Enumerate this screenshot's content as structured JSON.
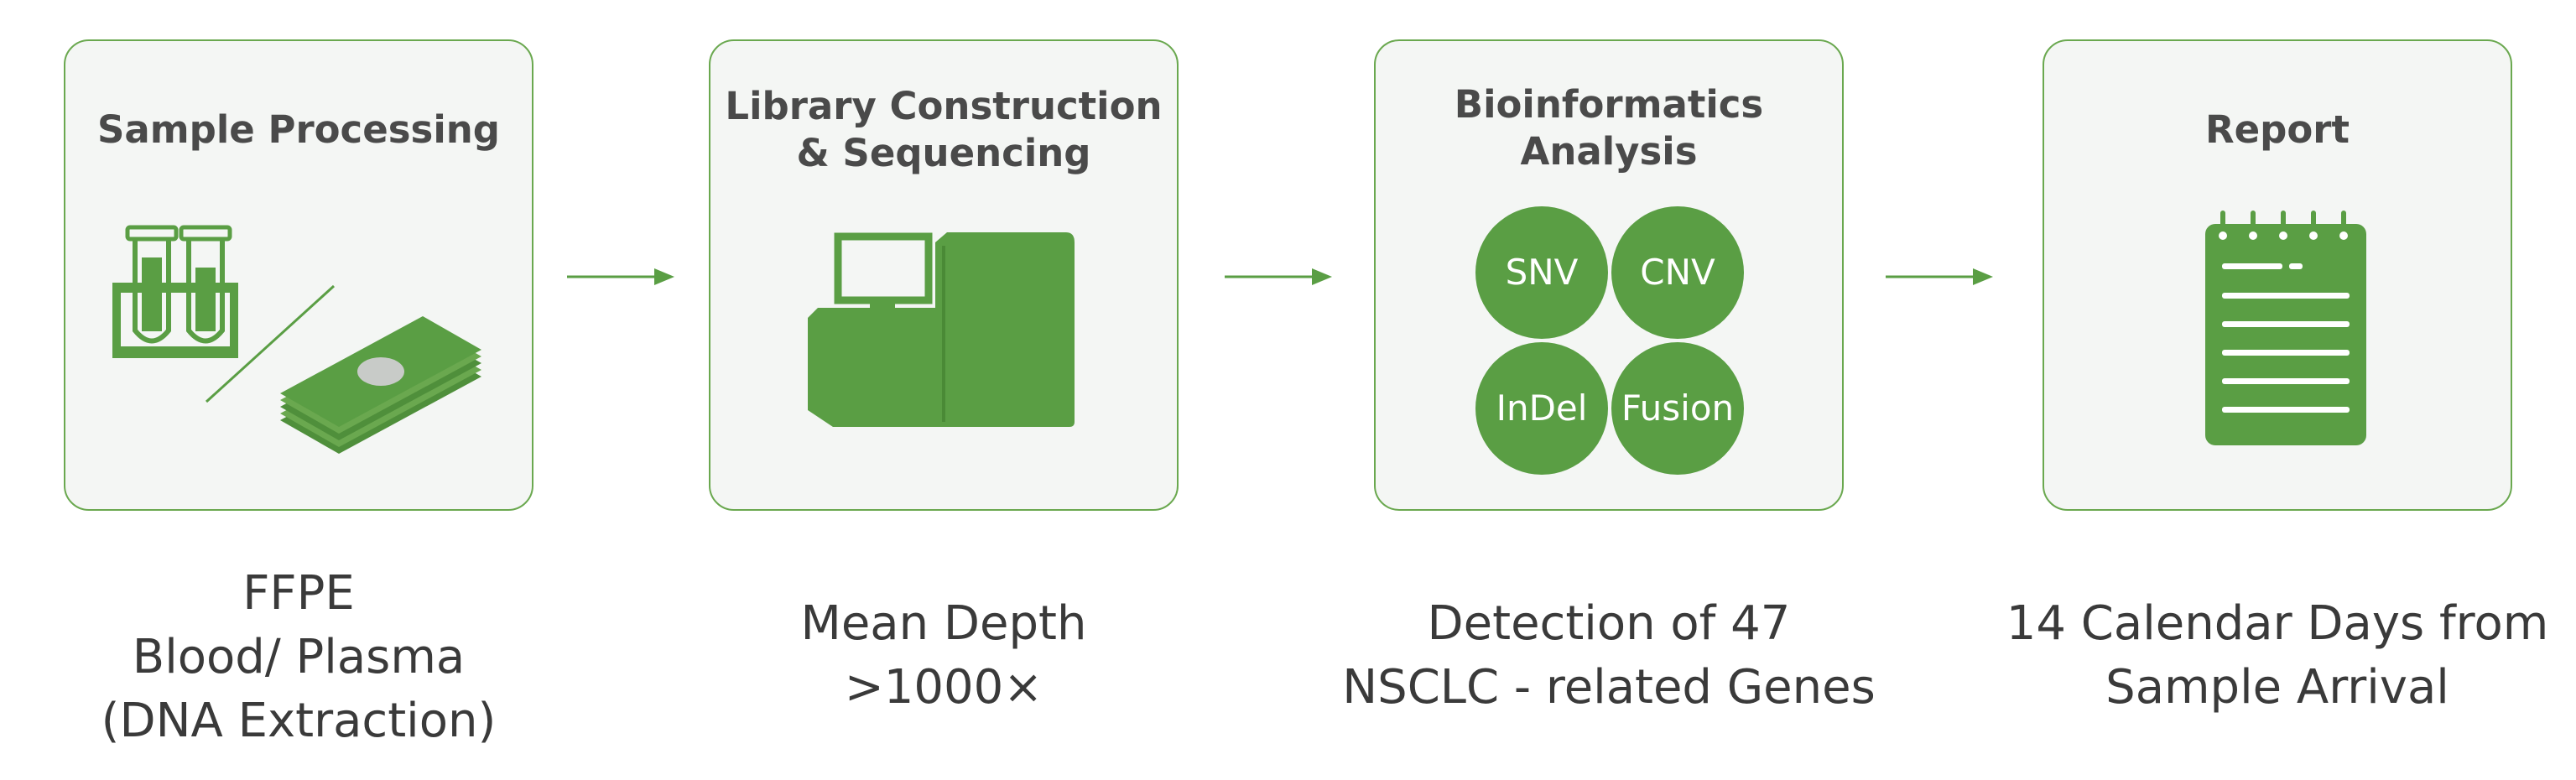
{
  "colors": {
    "accent": "#5a9e44",
    "border": "#6aa84f",
    "card_bg": "#f4f6f4",
    "text": "#4a4a4a"
  },
  "steps": [
    {
      "title": "Sample Processing",
      "icon": "test-tubes-and-slides-icon",
      "caption": "FFPE\nBlood/ Plasma\n(DNA Extraction)"
    },
    {
      "title": "Library Construction\n& Sequencing",
      "icon": "sequencer-icon",
      "caption": "Mean Depth\n>1000×"
    },
    {
      "title": "Bioinformatics\nAnalysis",
      "icon": "variant-bubbles-icon",
      "bubbles": [
        "SNV",
        "CNV",
        "InDel",
        "Fusion"
      ],
      "caption": "Detection of  47\nNSCLC - related Genes"
    },
    {
      "title": "Report",
      "icon": "notepad-report-icon",
      "caption": "14 Calendar Days from\nSample Arrival"
    }
  ]
}
